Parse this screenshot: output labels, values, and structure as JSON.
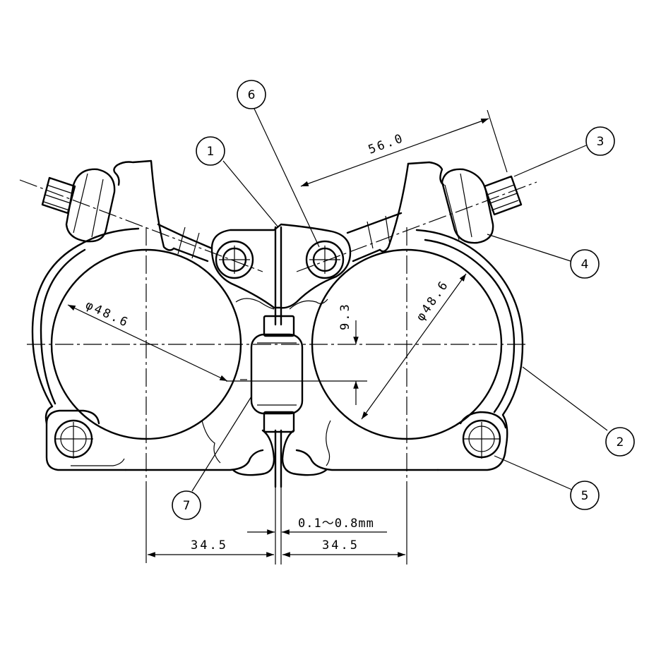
{
  "callouts": [
    {
      "label": "1"
    },
    {
      "label": "2"
    },
    {
      "label": "3"
    },
    {
      "label": "4"
    },
    {
      "label": "5"
    },
    {
      "label": "6"
    },
    {
      "label": "7"
    }
  ],
  "dimensions": {
    "bolt_span": "56.0",
    "tube_dia_left": "φ48.6",
    "tube_dia_right": "φ48.6",
    "rivet_gap": "9.3",
    "slit_gap": "0.1～0.8mm",
    "half_width_left": "34.5",
    "half_width_right": "34.5"
  }
}
